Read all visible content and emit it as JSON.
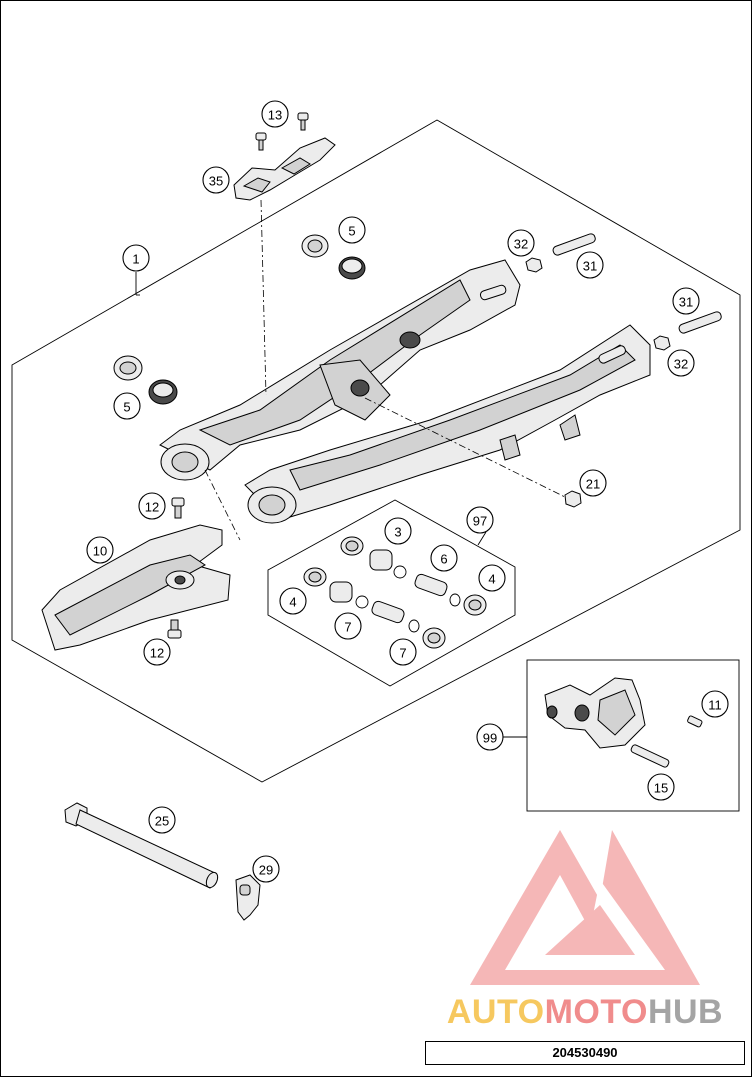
{
  "diagram": {
    "callouts": [
      {
        "id": "c1",
        "label": "1"
      },
      {
        "id": "c13",
        "label": "13"
      },
      {
        "id": "c35",
        "label": "35"
      },
      {
        "id": "c5a",
        "label": "5"
      },
      {
        "id": "c5b",
        "label": "5"
      },
      {
        "id": "c32a",
        "label": "32"
      },
      {
        "id": "c31a",
        "label": "31"
      },
      {
        "id": "c31b",
        "label": "31"
      },
      {
        "id": "c32b",
        "label": "32"
      },
      {
        "id": "c21",
        "label": "21"
      },
      {
        "id": "c12a",
        "label": "12"
      },
      {
        "id": "c10",
        "label": "10"
      },
      {
        "id": "c12b",
        "label": "12"
      },
      {
        "id": "c97",
        "label": "97"
      },
      {
        "id": "c3",
        "label": "3"
      },
      {
        "id": "c6",
        "label": "6"
      },
      {
        "id": "c4a",
        "label": "4"
      },
      {
        "id": "c4b",
        "label": "4"
      },
      {
        "id": "c7a",
        "label": "7"
      },
      {
        "id": "c7b",
        "label": "7"
      },
      {
        "id": "c99",
        "label": "99"
      },
      {
        "id": "c11",
        "label": "11"
      },
      {
        "id": "c15",
        "label": "15"
      },
      {
        "id": "c25",
        "label": "25"
      },
      {
        "id": "c29",
        "label": "29"
      }
    ]
  },
  "watermark": {
    "word1": "AUTO",
    "word2": "MOTO",
    "word3": "HUB",
    "colors": {
      "auto": "#f6c85f",
      "moto": "#f08c8c",
      "hub": "#a4a4a4",
      "logo": "#f08c8c"
    }
  },
  "document_number": "204530490"
}
